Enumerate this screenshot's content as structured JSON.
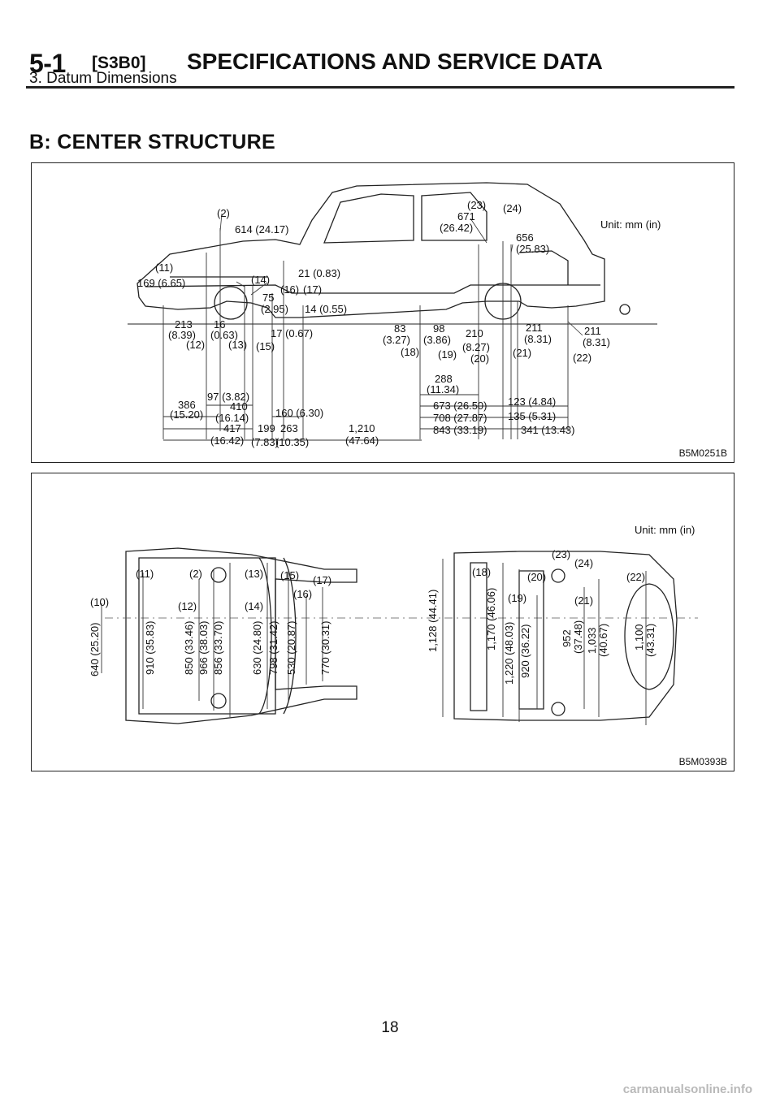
{
  "header": {
    "section_number": "5-1",
    "section_code": "[S3B0]",
    "title": "SPECIFICATIONS AND SERVICE DATA",
    "subtitle": "3. Datum Dimensions"
  },
  "section_title": "B: CENTER STRUCTURE",
  "figure_side": {
    "code": "B5M0251B",
    "unit": "Unit: mm (in)",
    "points": [
      "(2)",
      "(11)",
      "(12)",
      "(13)",
      "(14)",
      "(15)",
      "(16)",
      "(17)",
      "(18)",
      "(19)",
      "(20)",
      "(21)",
      "(22)",
      "(23)",
      "(24)"
    ],
    "labels": {
      "d614": "614 (24.17)",
      "d169": "169 (6.65)",
      "d21": "21 (0.83)",
      "d75a": "75",
      "d75b": "(2.95)",
      "d14": "14 (0.55)",
      "d213a": "213",
      "d213b": "(8.39)",
      "d16a": "16",
      "d16b": "(0.63)",
      "d17": "17 (0.67)",
      "d671a": "671",
      "d671b": "(26.42)",
      "d656a": "656",
      "d656b": "(25.83)",
      "d83a": "83",
      "d83b": "(3.27)",
      "d98a": "98",
      "d98b": "(3.86)",
      "d210a": "210",
      "d210b": "(8.27)",
      "d211aa": "211",
      "d211ab": "(8.31)",
      "d211ba": "211",
      "d211bb": "(8.31)",
      "d97": "97 (3.82)",
      "d410a": "410",
      "d410b": "(16.14)",
      "d386a": "386",
      "d386b": "(15.20)",
      "d160": "160 (6.30)",
      "d417a": "417",
      "d417b": "(16.42)",
      "d199a": "199",
      "d199b": "(7.83)",
      "d263a": "263",
      "d263b": "(10.35)",
      "d1210a": "1,210",
      "d1210b": "(47.64)",
      "d288a": "288",
      "d288b": "(11.34)",
      "d673": "673 (26.50)",
      "d708": "708 (27.87)",
      "d843": "843 (33.19)",
      "d123": "123 (4.84)",
      "d135": "135 (5.31)",
      "d341": "341 (13.43)"
    }
  },
  "figure_plan": {
    "code": "B5M0393B",
    "unit": "Unit: mm (in)",
    "points": [
      "(10)",
      "(11)",
      "(2)",
      "(12)",
      "(13)",
      "(14)",
      "(15)",
      "(16)",
      "(17)",
      "(18)",
      "(19)",
      "(20)",
      "(21)",
      "(22)",
      "(23)",
      "(24)"
    ],
    "dims": [
      "640 (25.20)",
      "910 (35.83)",
      "850 (33.46)",
      "966 (38.03)",
      "856 (33.70)",
      "630 (24.80)",
      "798 (31.42)",
      "530 (20.87)",
      "770 (30.31)",
      "1,128 (44.41)",
      "1,170 (46.06)",
      "1,220 (48.03)",
      "920 (36.22)"
    ],
    "dims_stacked": {
      "d952a": "952",
      "d952b": "(37.48)",
      "d1033a": "1,033",
      "d1033b": "(40.67)",
      "d1100a": "1,100",
      "d1100b": "(43.31)"
    }
  },
  "page_number": "18",
  "watermark": "carmanualsonline.info"
}
